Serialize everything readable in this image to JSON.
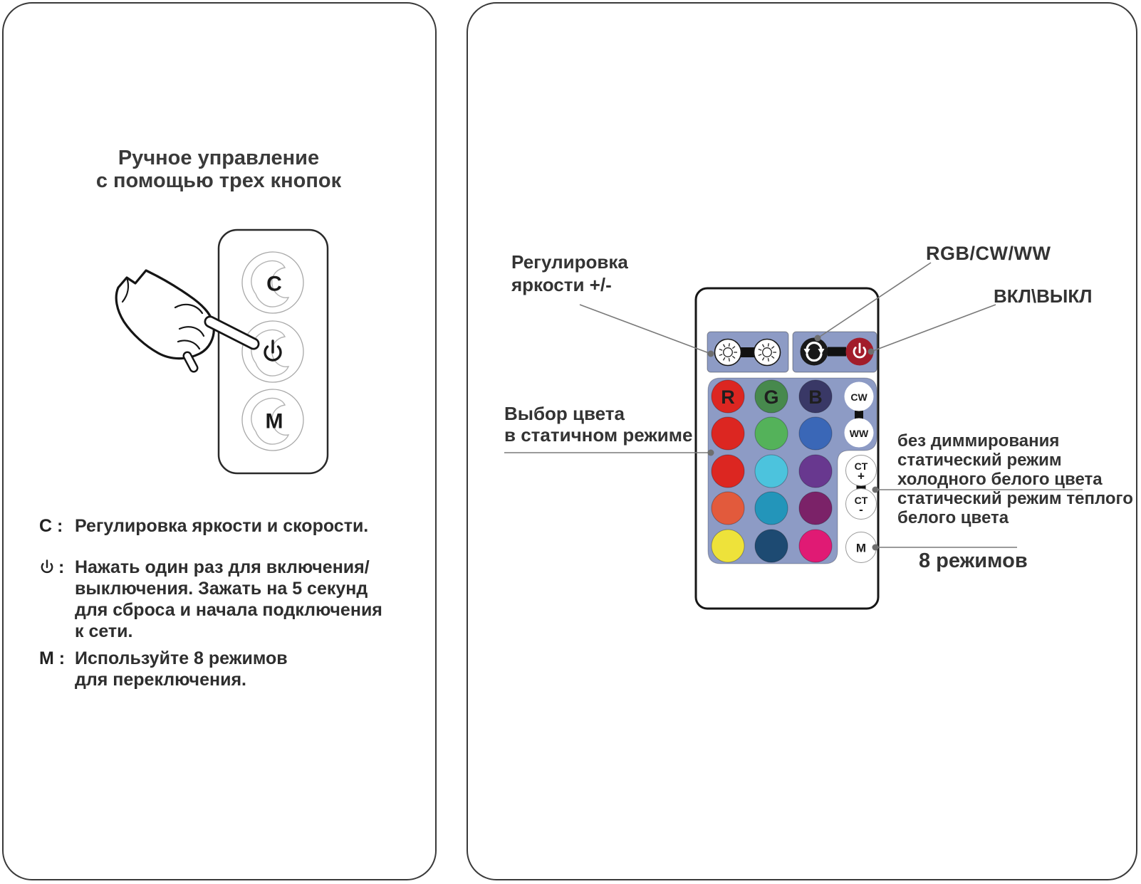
{
  "left_panel": {
    "title": {
      "line1": "Ручное управление",
      "line2": "с помощью трех кнопок"
    },
    "keypad": {
      "c_label": "C",
      "m_label": "M"
    },
    "instructions": {
      "c": {
        "key": "C :",
        "line1": "Регулировка яркости и скорости."
      },
      "power": {
        "colon": ":",
        "line1": "Нажать один раз  для включения/",
        "line2": "выключения. Зажать на 5 секунд",
        "line3": "для сброса и начала подключения",
        "line4": "к сети."
      },
      "m": {
        "key": "M :",
        "line1": "Используйте 8 режимов",
        "line2": "для переключения."
      }
    }
  },
  "right_panel": {
    "labels": {
      "brightness": {
        "line1": "Регулировка",
        "line2": "яркости +/-"
      },
      "rgb_cw_ww": "RGB/CW/WW",
      "on_off": "ВКЛ\\ВЫКЛ",
      "color_select": {
        "line1": "Выбор цвета",
        "line2": "в статичном режиме"
      },
      "cw_note": {
        "line1": "без диммирования",
        "line2": "статический режим",
        "line3": "холодного белого цвета"
      },
      "ww_note": {
        "line1": "статический режим теплого",
        "line2": "белого цвета"
      },
      "modes": "8 режимов"
    },
    "remote": {
      "letters": {
        "r": "R",
        "g": "G",
        "b": "B"
      },
      "cw": "CW",
      "ww": "WW",
      "ct": "CT",
      "plus": "+",
      "minus": "-",
      "m": "M",
      "colors": {
        "panel_blue": "#8d9bc5",
        "power_red": "#a21c2a",
        "cycle_black": "#191919",
        "grid": [
          [
            "#dc2621",
            "#47894d",
            "#393866"
          ],
          [
            "#dc2621",
            "#54b25a",
            "#3a67b7"
          ],
          [
            "#dc2621",
            "#4cc3dd",
            "#68388f"
          ],
          [
            "#e25a3c",
            "#2395ba",
            "#7b2268"
          ],
          [
            "#eee23a",
            "#1d4a72",
            "#e01a74"
          ]
        ]
      }
    }
  }
}
